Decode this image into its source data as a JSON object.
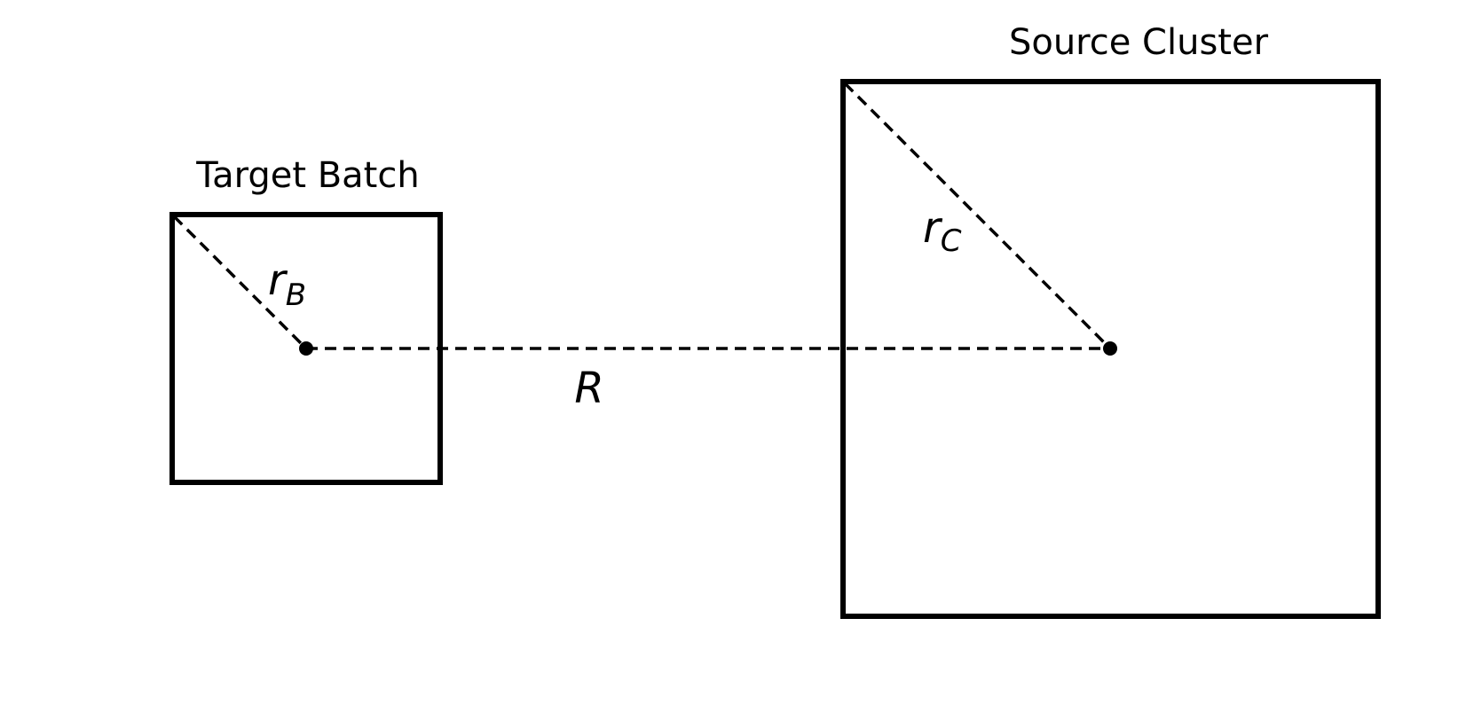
{
  "target_batch": {
    "title": "Target Batch",
    "radius_symbol": "r",
    "radius_subscript": "B"
  },
  "source_cluster": {
    "title": "Source Cluster",
    "radius_symbol": "r",
    "radius_subscript": "C"
  },
  "separation": {
    "symbol": "R"
  },
  "colors": {
    "stroke": "#000000",
    "background": "#ffffff"
  }
}
